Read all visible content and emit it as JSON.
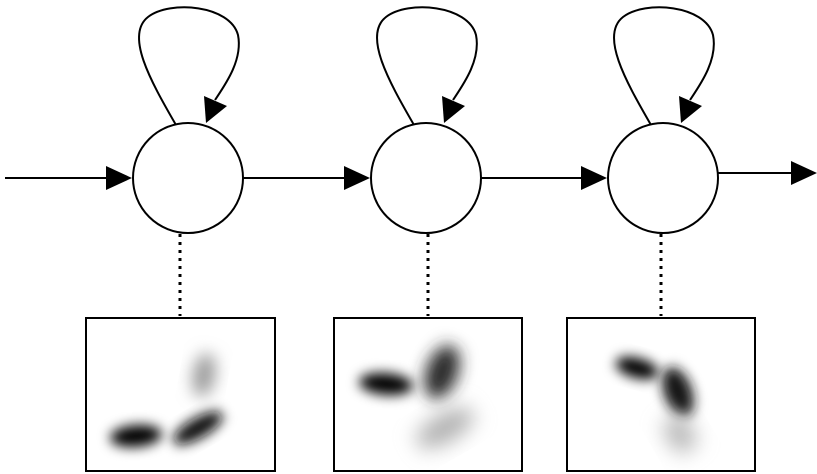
{
  "diagram": {
    "type": "hidden-markov-model",
    "line_color": "#000000",
    "background_color": "#ffffff",
    "emission_style": "gaussian-mixture-density",
    "states": [
      {
        "has_self_loop": true,
        "emission_components": 3
      },
      {
        "has_self_loop": true,
        "emission_components": 3
      },
      {
        "has_self_loop": true,
        "emission_components": 3
      }
    ],
    "transitions": [
      {
        "from": "input",
        "to": "state-1"
      },
      {
        "from": "state-1",
        "to": "state-2"
      },
      {
        "from": "state-2",
        "to": "state-3"
      },
      {
        "from": "state-3",
        "to": "output"
      }
    ]
  }
}
